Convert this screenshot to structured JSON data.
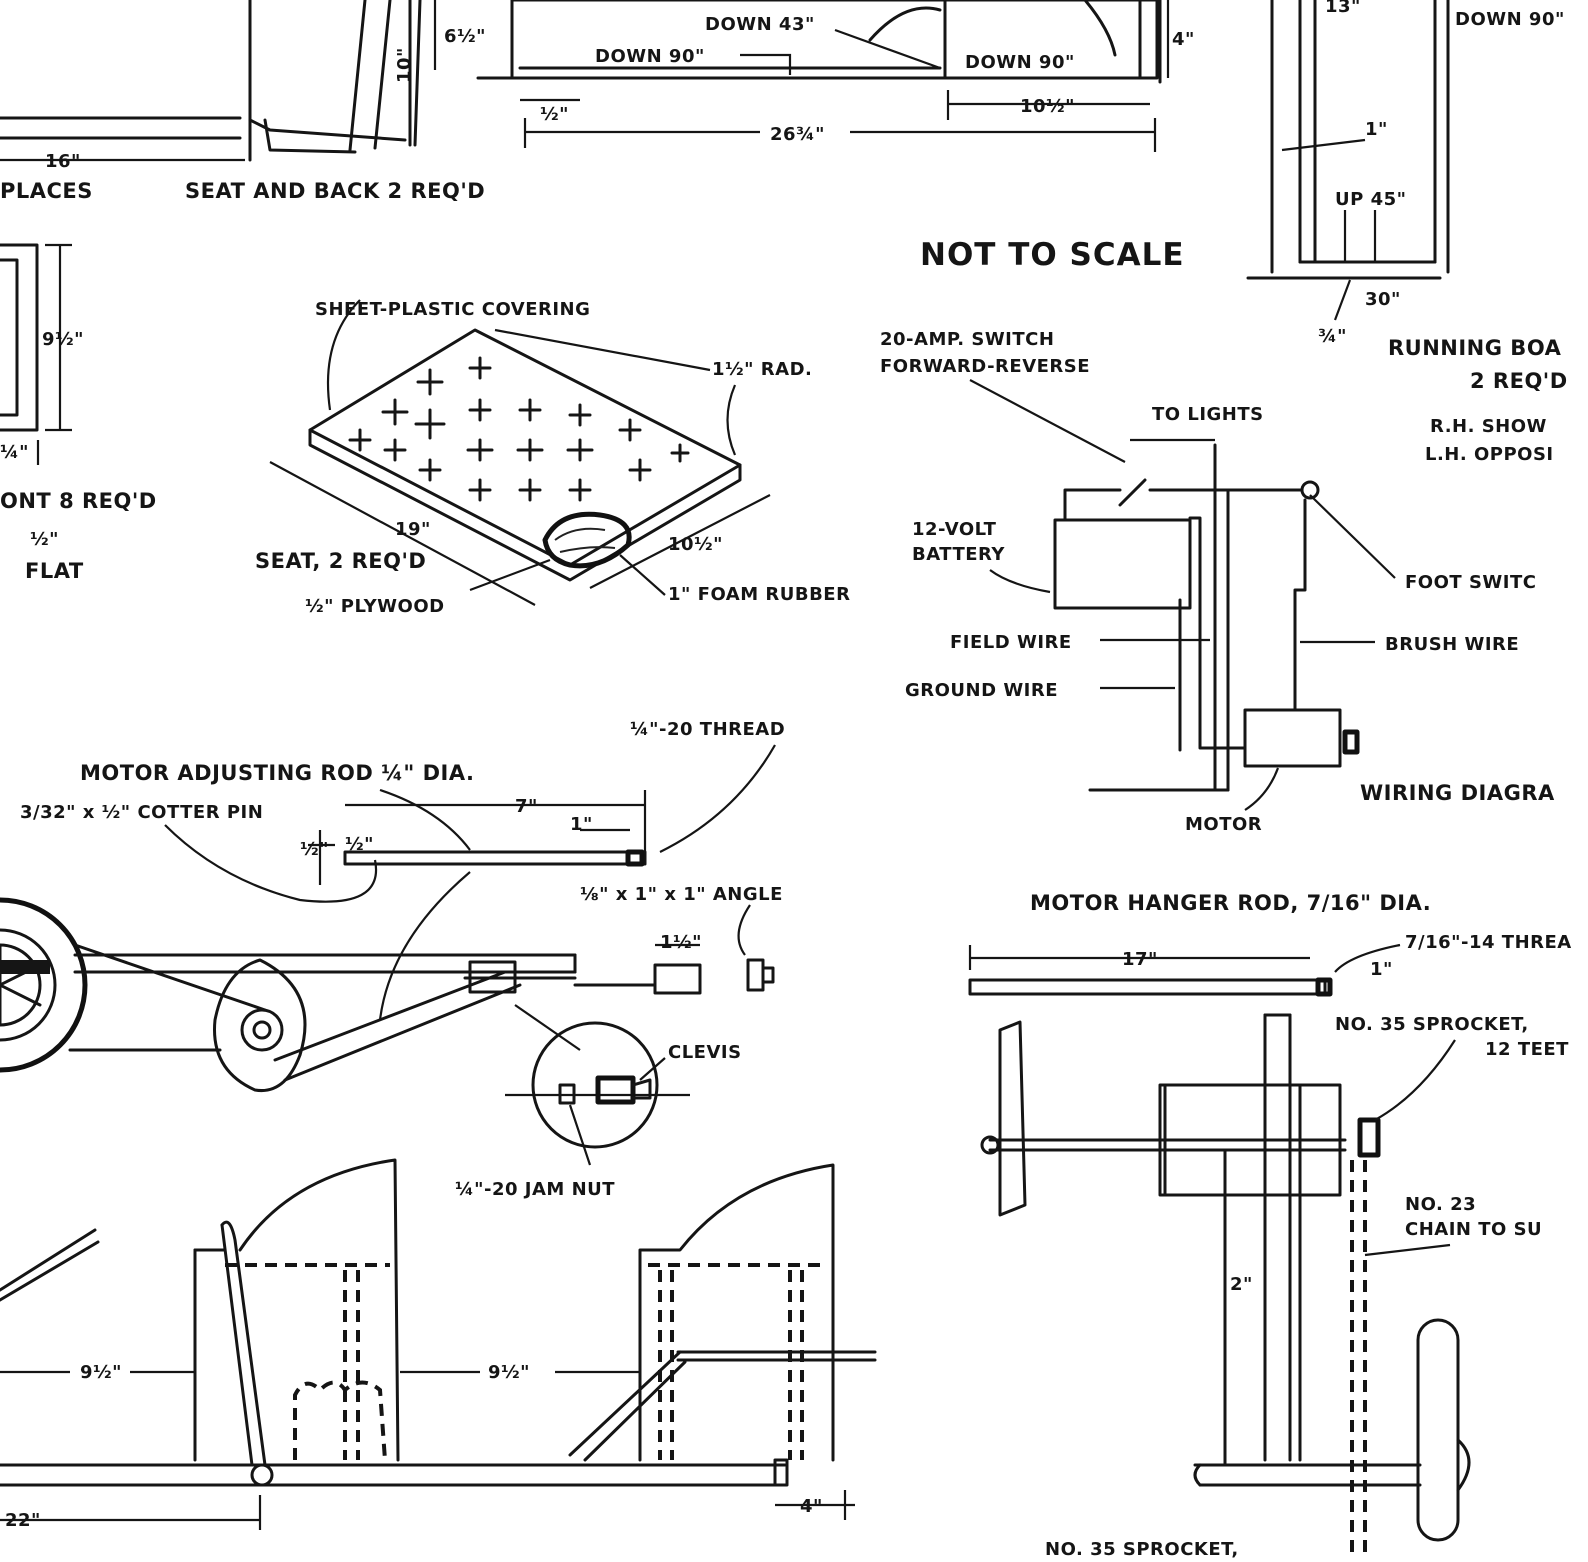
{
  "title": "NOT TO SCALE",
  "top": {
    "seat_and_back_label": "SEAT AND BACK 2 REQ'D",
    "places_label": "PLACES",
    "dim_16": "16\"",
    "dim_10": "10\"",
    "dim_6half": "6½\"",
    "down_43": "DOWN 43\"",
    "down_90_a": "DOWN 90\"",
    "down_90_b": "DOWN 90\"",
    "dim_4": "4\"",
    "dim_half": "½\"",
    "dim_10half": "10½\"",
    "dim_26": "26¾\"",
    "down_90_right": "DOWN 90\""
  },
  "left": {
    "dim_9half": "9½\"",
    "dim_quarter": "¼\"",
    "front_label": "ONT 8 REQ'D",
    "half_label": "½\"",
    "flat_label": "FLAT"
  },
  "seat": {
    "covering": "SHEET-PLASTIC COVERING",
    "rad": "1½\" RAD.",
    "dim_19": "19\"",
    "dim_10half": "10½\"",
    "seat_label": "SEAT, 2 REQ'D",
    "plywood": "½\" PLYWOOD",
    "foam": "1\" FOAM RUBBER"
  },
  "running_board": {
    "dim_13": "13\"",
    "dim_1": "1\"",
    "up_45": "UP 45\"",
    "dim_30": "30\"",
    "dim_quarter": "¾\"",
    "label": "RUNNING BOA",
    "req": "2 REQ'D",
    "rh": "R.H. SHOW",
    "lh": "L.H. OPPOSI"
  },
  "wiring": {
    "switch": "20-AMP. SWITCH",
    "forward": "FORWARD-REVERSE",
    "lights": "TO LIGHTS",
    "battery_1": "12-VOLT",
    "battery_2": "BATTERY",
    "foot": "FOOT SWITC",
    "field": "FIELD WIRE",
    "brush": "BRUSH WIRE",
    "ground": "GROUND WIRE",
    "diagram": "WIRING DIAGRA",
    "motor": "MOTOR"
  },
  "motor_rod": {
    "thread": "¼\"-20 THREAD",
    "label": "MOTOR ADJUSTING ROD ¼\" DIA.",
    "cotter": "3/32\" x ½\" COTTER PIN",
    "dim_7": "7\"",
    "dim_1": "1\"",
    "dim_half": "½\"",
    "dim_half_b": "½\"",
    "angle": "⅛\" x 1\" x 1\" ANGLE",
    "dim_1half": "1½\"",
    "clevis": "CLEVIS",
    "jam": "¼\"-20 JAM NUT"
  },
  "hanger": {
    "label": "MOTOR HANGER ROD, 7/16\" DIA.",
    "dim_17": "17\"",
    "thread": "7/16\"-14 THREA",
    "dim_1": "1\"",
    "sprocket_1": "NO. 35 SPROCKET,",
    "sprocket_2": "12 TEET",
    "chain_1": "NO. 23",
    "chain_2": "CHAIN TO SU",
    "dim_2": "2\"",
    "sprocket_bottom": "NO. 35 SPROCKET,"
  },
  "bottom": {
    "dim_9half_a": "9½\"",
    "dim_9half_b": "9½\"",
    "dim_22": "22\"",
    "dim_4": "4\""
  }
}
